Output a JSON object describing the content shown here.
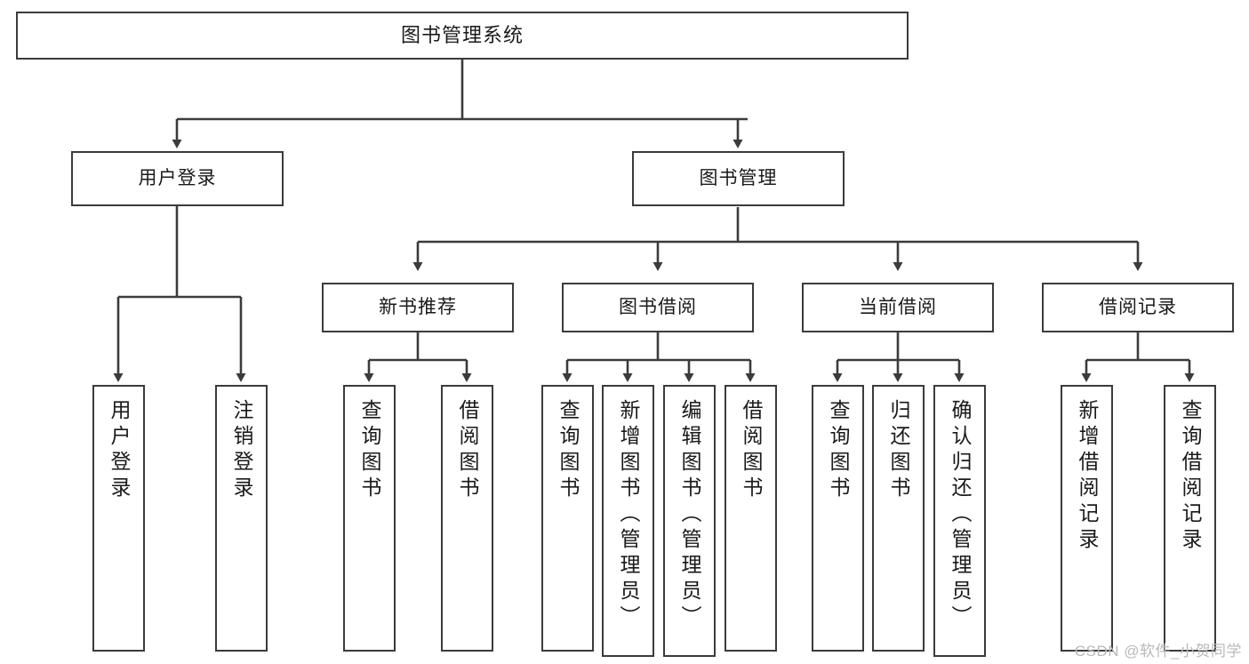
{
  "diagram": {
    "title": "图书管理系统",
    "watermark": "CSDN @软件_小贺同学",
    "line_color": "#3b3b3b",
    "box_fill": "#ffffff",
    "text_color": "#1a1a1a",
    "watermark_color": "#b9b9b9"
  },
  "nodes": {
    "root": {
      "label": "图书管理系统"
    },
    "level2": [
      {
        "label": "用户登录"
      },
      {
        "label": "图书管理"
      }
    ],
    "level3": [
      {
        "label": "新书推荐"
      },
      {
        "label": "图书借阅"
      },
      {
        "label": "当前借阅"
      },
      {
        "label": "借阅记录"
      }
    ],
    "leaves": {
      "user_login": [
        {
          "label": "用户登录"
        },
        {
          "label": "注销登录"
        }
      ],
      "new_book": [
        {
          "label": "查询图书"
        },
        {
          "label": "借阅图书"
        }
      ],
      "book_borrow": [
        {
          "label": "查询图书"
        },
        {
          "label": "新增图书（管理员）"
        },
        {
          "label": "编辑图书（管理员）"
        },
        {
          "label": "借阅图书"
        }
      ],
      "current_borrow": [
        {
          "label": "查询图书"
        },
        {
          "label": "归还图书"
        },
        {
          "label": "确认归还（管理员）"
        }
      ],
      "borrow_record": [
        {
          "label": "新增借阅记录"
        },
        {
          "label": "查询借阅记录"
        }
      ]
    }
  }
}
